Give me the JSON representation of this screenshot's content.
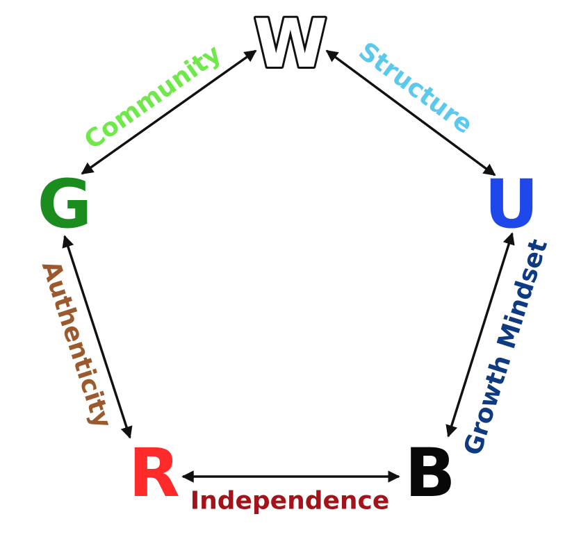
{
  "diagram": {
    "type": "pentagon-cycle",
    "nodes": {
      "W": {
        "label": "W",
        "color": "#ffffff",
        "outline": "#111111"
      },
      "U": {
        "label": "U",
        "color": "#1f48ea"
      },
      "B": {
        "label": "B",
        "color": "#080808"
      },
      "R": {
        "label": "R",
        "color": "#ff2a2a"
      },
      "G": {
        "label": "G",
        "color": "#1b8c1e"
      }
    },
    "edges": {
      "community": {
        "from": "G",
        "to": "W",
        "label": "Community",
        "color": "#6fe84a",
        "arrows": "both"
      },
      "structure": {
        "from": "W",
        "to": "U",
        "label": "Structure",
        "color": "#5bc8ec",
        "arrows": "both"
      },
      "growth_mindset": {
        "from": "U",
        "to": "B",
        "label": "Growth Mindset",
        "color": "#0d3a80",
        "arrows": "both"
      },
      "independence": {
        "from": "R",
        "to": "B",
        "label": "Independence",
        "color": "#a3141a",
        "arrows": "both"
      },
      "authenticity": {
        "from": "G",
        "to": "R",
        "label": "Authenticity",
        "color": "#9a5a2d",
        "arrows": "both"
      }
    }
  }
}
